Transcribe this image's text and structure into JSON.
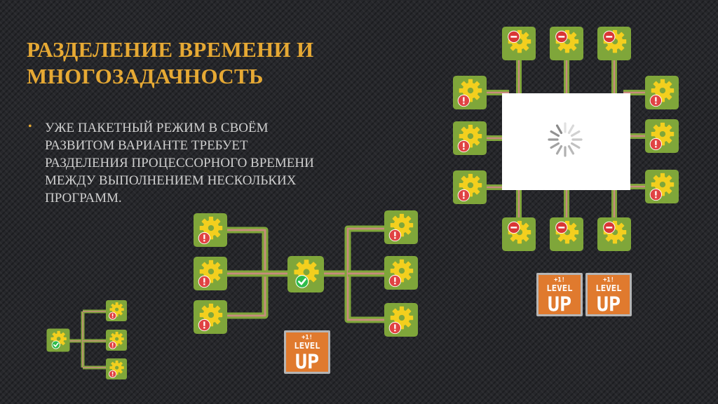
{
  "slide": {
    "title": "Разделение времени и многозадачность",
    "bullets": [
      "Уже пакетный режим в своём развитом варианте требует разделения процессорного времени между выполнением нескольких программ."
    ]
  },
  "colors": {
    "background": "#26272b",
    "title": "#e6a934",
    "text": "#cfcfcf",
    "tile": "#7fa63a",
    "gear": "#f3cf1e",
    "wire": "#7fa63a",
    "wire_core": "#c88a7e",
    "error_badge": "#e04343",
    "ok_badge": "#2ebc4a",
    "busy_badge": "#d93636",
    "panel": "#ffffff",
    "spinner": "#8a8a8a",
    "levelup_orange": "#e07a2e",
    "levelup_border": "#b5b5b5"
  },
  "icons": {
    "gear": "gear-icon",
    "error": "exclamation-icon",
    "ok": "checkmark-icon",
    "busy": "minus-icon",
    "spinner": "loading-spinner-icon"
  },
  "levelup": {
    "top": "+1!",
    "line1": "LEVEL",
    "line2": "UP"
  }
}
